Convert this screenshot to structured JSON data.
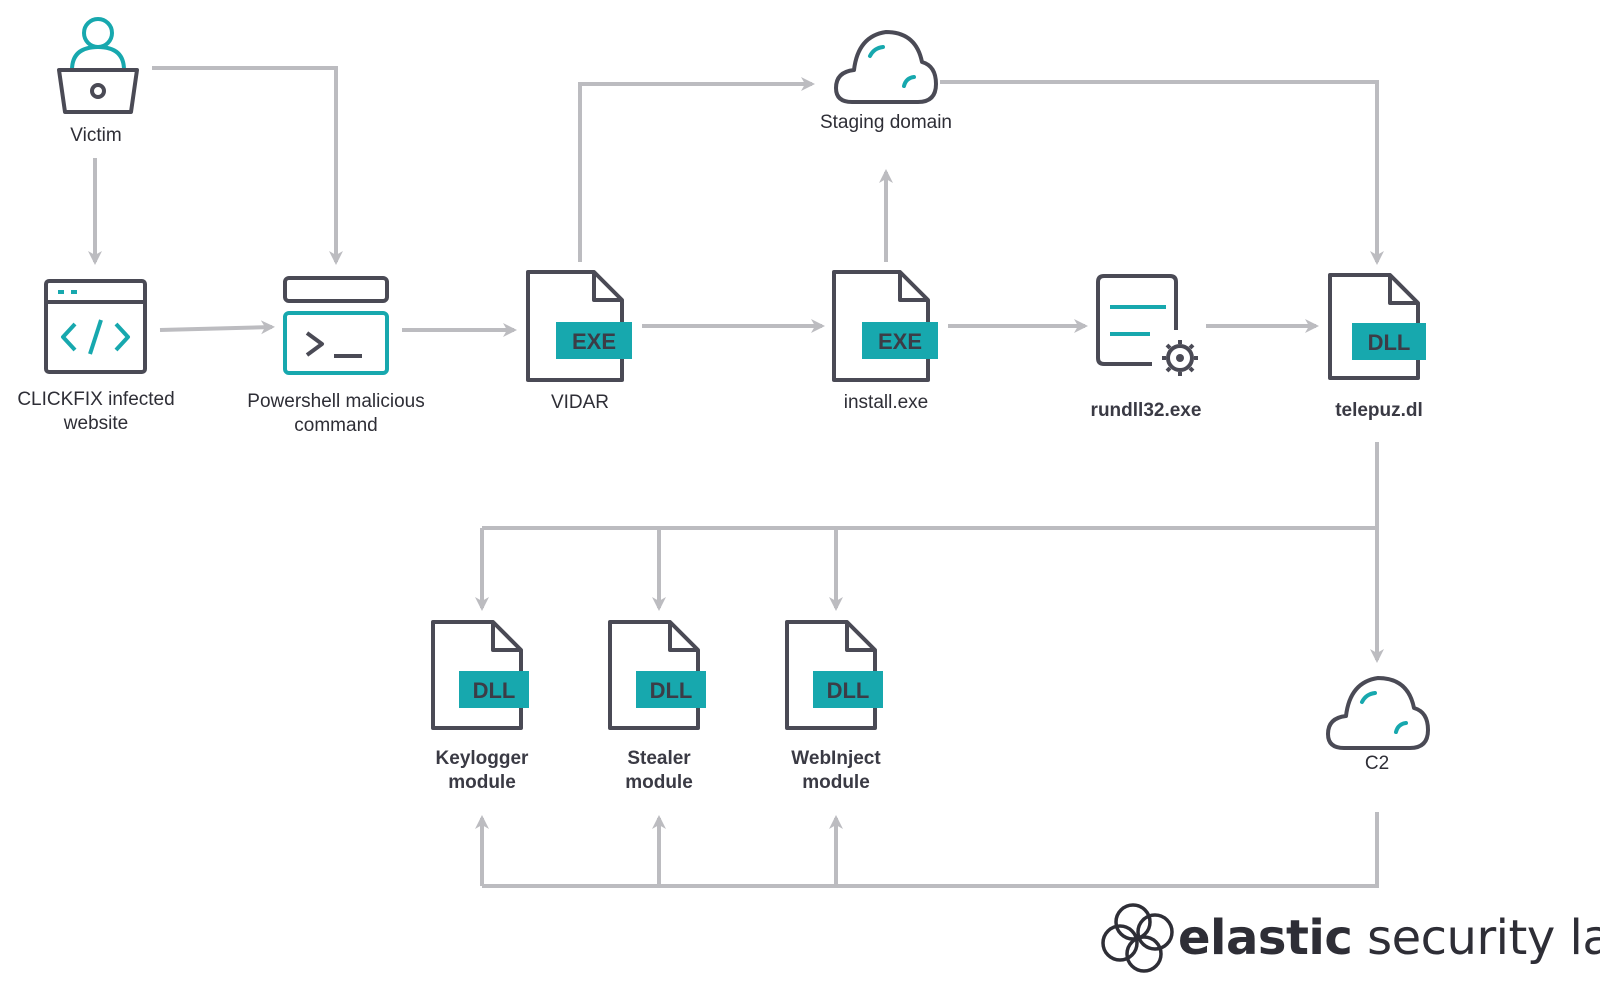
{
  "nodes": {
    "victim": {
      "label": "Victim"
    },
    "clickfix": {
      "line1": "CLICKFIX infected",
      "line2": "website"
    },
    "powershell": {
      "line1": "Powershell malicious",
      "line2": "command"
    },
    "vidar": {
      "label": "VIDAR",
      "badge": "EXE"
    },
    "staging": {
      "label": "Staging domain"
    },
    "install": {
      "label": "install.exe",
      "badge": "EXE"
    },
    "rundll": {
      "label": "rundll32.exe"
    },
    "telepuz": {
      "label": "telepuz.dl",
      "badge": "DLL"
    },
    "keylogger": {
      "line1": "Keylogger",
      "line2": "module",
      "badge": "DLL"
    },
    "stealer": {
      "line1": "Stealer",
      "line2": "module",
      "badge": "DLL"
    },
    "webinject": {
      "line1": "WebInject",
      "line2": "module",
      "badge": "DLL"
    },
    "c2": {
      "label": "C2"
    }
  },
  "brand": {
    "part1": "elastic",
    "part2": " security labs"
  },
  "colors": {
    "accent": "#17a8ae",
    "icon_stroke": "#4a4a55",
    "arrow": "#bcbcc0",
    "text": "#2e2e36"
  },
  "icons": {
    "victim": "user-laptop-icon",
    "clickfix": "browser-code-icon",
    "powershell": "terminal-icon",
    "exe": "exe-file-icon",
    "dll": "dll-file-icon",
    "cloud": "cloud-icon",
    "rundll": "document-gear-icon",
    "brand": "elastic-logo-icon"
  }
}
